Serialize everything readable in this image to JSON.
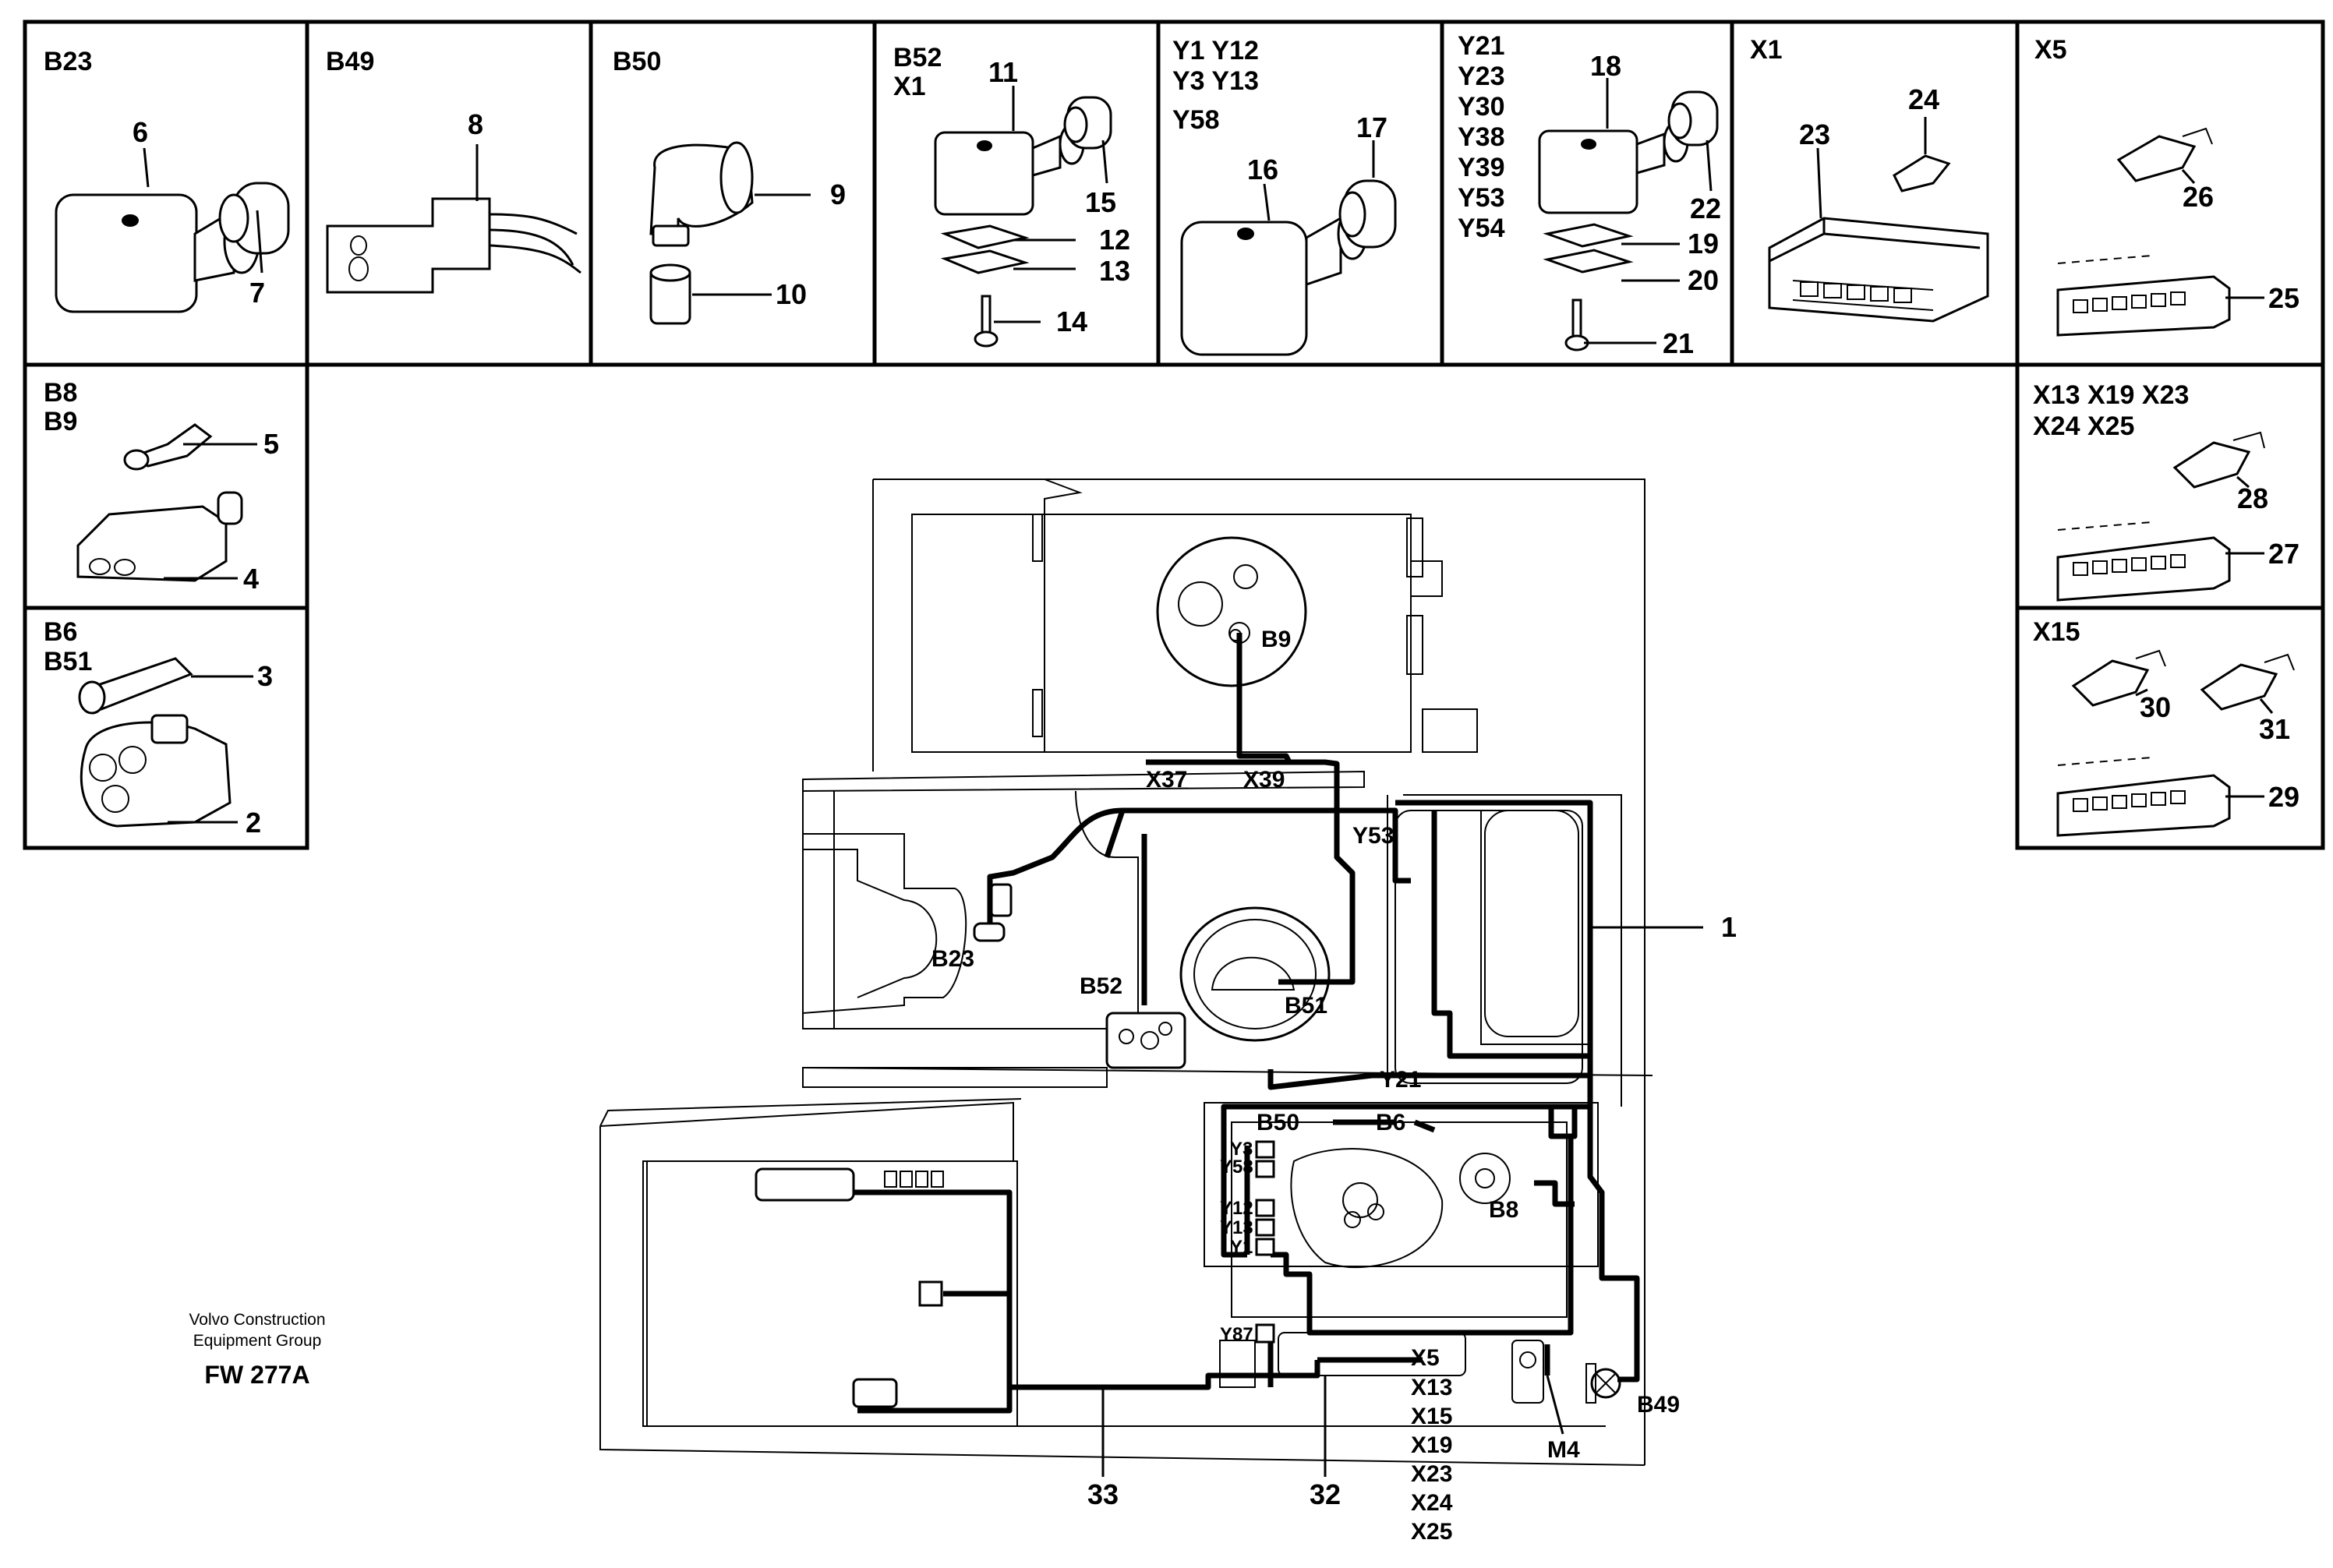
{
  "panels": [
    {
      "id": "b23",
      "codes": [
        "B23"
      ],
      "callouts": [
        "6",
        "7"
      ]
    },
    {
      "id": "b49",
      "codes": [
        "B49"
      ],
      "callouts": [
        "8"
      ]
    },
    {
      "id": "b50",
      "codes": [
        "B50"
      ],
      "callouts": [
        "9",
        "10"
      ]
    },
    {
      "id": "b52",
      "codes": [
        "B52",
        "X1"
      ],
      "callouts": [
        "11",
        "15",
        "12",
        "13",
        "14"
      ]
    },
    {
      "id": "y1",
      "codes": [
        "Y1  Y12",
        "Y3  Y13",
        "Y58"
      ],
      "callouts": [
        "17",
        "16"
      ]
    },
    {
      "id": "y21",
      "codes": [
        "Y21",
        "Y23",
        "Y30",
        "Y38",
        "Y39",
        "Y53",
        "Y54"
      ],
      "callouts": [
        "18",
        "22",
        "19",
        "20",
        "21"
      ]
    },
    {
      "id": "x1",
      "codes": [
        "X1"
      ],
      "callouts": [
        "24",
        "23"
      ]
    },
    {
      "id": "x5",
      "codes": [
        "X5"
      ],
      "callouts": [
        "26",
        "25"
      ]
    },
    {
      "id": "b8",
      "codes": [
        "B8",
        "B9"
      ],
      "callouts": [
        "5",
        "4"
      ]
    },
    {
      "id": "b6",
      "codes": [
        "B6",
        "B51"
      ],
      "callouts": [
        "3",
        "2"
      ]
    },
    {
      "id": "x13",
      "codes": [
        "X13  X19  X23",
        "X24  X25"
      ],
      "callouts": [
        "28",
        "27"
      ]
    },
    {
      "id": "x15",
      "codes": [
        "X15"
      ],
      "callouts": [
        "30",
        "31",
        "29"
      ]
    }
  ],
  "machine_labels": [
    "B9",
    "X37",
    "X39",
    "Y53",
    "B23",
    "B52",
    "B51",
    "Y21",
    "B50",
    "B6",
    "B8",
    "B49",
    "M4"
  ],
  "valve_labels": [
    "Y3",
    "Y58",
    "Y12",
    "Y13",
    "Y1",
    "Y87"
  ],
  "connector_list": [
    "X5",
    "X13",
    "X15",
    "X19",
    "X23",
    "X24",
    "X25"
  ],
  "harness_callouts": [
    "1",
    "33",
    "32"
  ],
  "footer": {
    "company_line1": "Volvo Construction",
    "company_line2": "Equipment Group",
    "code": "FW 277A"
  }
}
